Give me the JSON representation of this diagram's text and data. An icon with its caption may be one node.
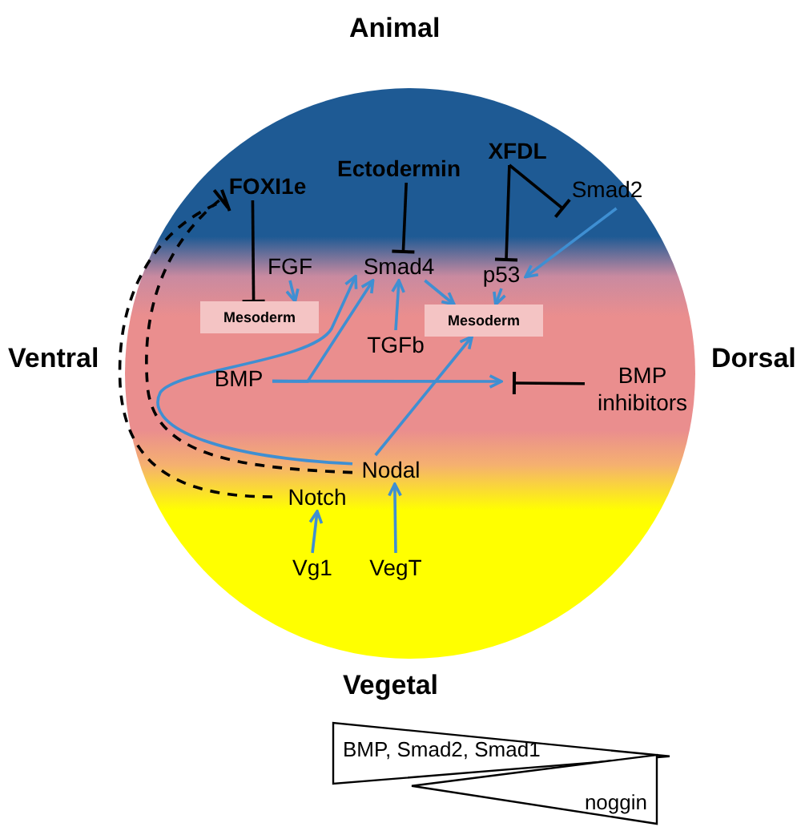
{
  "diagram": {
    "nodes": [
      {
        "text": [
          "FOXI1e"
        ]
      },
      {
        "text": [
          "Ectodermin"
        ]
      },
      {
        "text": [
          "XFDL"
        ]
      },
      {
        "text": [
          "Smad2"
        ]
      },
      {
        "text": [
          "FGF"
        ]
      },
      {
        "text": [
          "Smad4"
        ]
      },
      {
        "text": [
          "p53"
        ]
      },
      {
        "text": [
          "Mesoderm"
        ]
      },
      {
        "text": [
          "Mesoderm"
        ]
      },
      {
        "text": [
          "TGFb"
        ]
      },
      {
        "text": [
          "BMP"
        ]
      },
      {
        "text": [
          "BMP inhibitors"
        ]
      },
      {
        "text": [
          "Nodal"
        ]
      },
      {
        "text": [
          "Notch"
        ]
      },
      {
        "text": [
          "Vg1"
        ]
      },
      {
        "text": [
          "VegT"
        ]
      },
      {
        "text": [
          "BMP, Smad2, Smad1"
        ]
      },
      {
        "text": [
          "noggin"
        ]
      }
    ],
    "edges": [
      {
        "from": 0,
        "to": 7,
        "arrow": "other",
        "color": "#000000"
      },
      {
        "from": 4,
        "to": 7,
        "arrow": "to"
      },
      {
        "from": 1,
        "to": 5,
        "arrow": "other",
        "color": "#000000"
      },
      {
        "from": 2,
        "to": 6,
        "arrow": "other",
        "color": "#000000"
      },
      {
        "from": 2,
        "to": 3,
        "arrow": "other",
        "color": "#000000"
      },
      {
        "from": 3,
        "to": 6,
        "arrow": "to"
      },
      {
        "from": 10,
        "to": null,
        "arrow": "to"
      },
      {
        "from": 11,
        "to": null,
        "arrow": "other",
        "color": "#000000"
      },
      {
        "from": 10,
        "to": 5,
        "arrow": "to"
      },
      {
        "from": 9,
        "to": 5,
        "arrow": "to"
      },
      {
        "from": 5,
        "to": 8,
        "arrow": "to"
      },
      {
        "from": 6,
        "to": 8,
        "arrow": "to"
      },
      {
        "from": 12,
        "to": 8,
        "arrow": "to"
      },
      {
        "from": 12,
        "to": 5,
        "arrow": "to"
      },
      {
        "from": 12,
        "to": 0,
        "arrow": "other",
        "style": "dashed",
        "color": "#000000"
      },
      {
        "from": 13,
        "to": 0,
        "arrow": "other",
        "style": "dashed",
        "color": "#000000"
      },
      {
        "from": 14,
        "to": 13,
        "arrow": "to"
      },
      {
        "from": 15,
        "to": 12,
        "arrow": "to"
      }
    ],
    "labels": [
      "Animal",
      "Ventral",
      "Dorsal",
      "Vegetal"
    ]
  }
}
